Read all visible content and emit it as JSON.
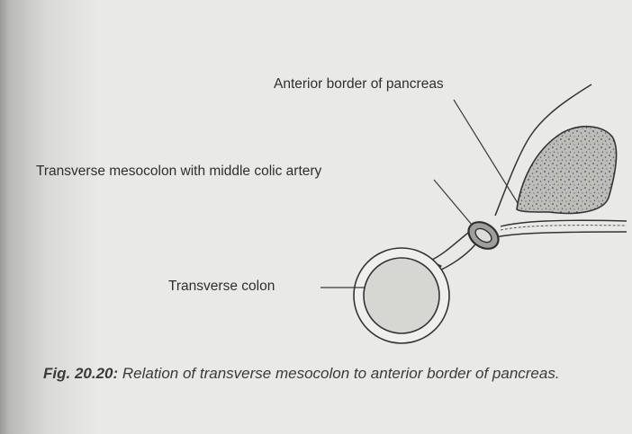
{
  "labels": {
    "anterior_border": "Anterior border of pancreas",
    "mesocolon": "Transverse mesocolon with middle colic artery",
    "colon": "Transverse colon"
  },
  "caption": {
    "figure_number": "Fig. 20.20:",
    "text": " Relation of transverse mesocolon to anterior border of pancreas."
  },
  "colors": {
    "paper": "#e9e9e7",
    "ink": "#333333",
    "colon_fill": "#d6d6d3",
    "pancreas_fill": "#b9b9b6"
  }
}
